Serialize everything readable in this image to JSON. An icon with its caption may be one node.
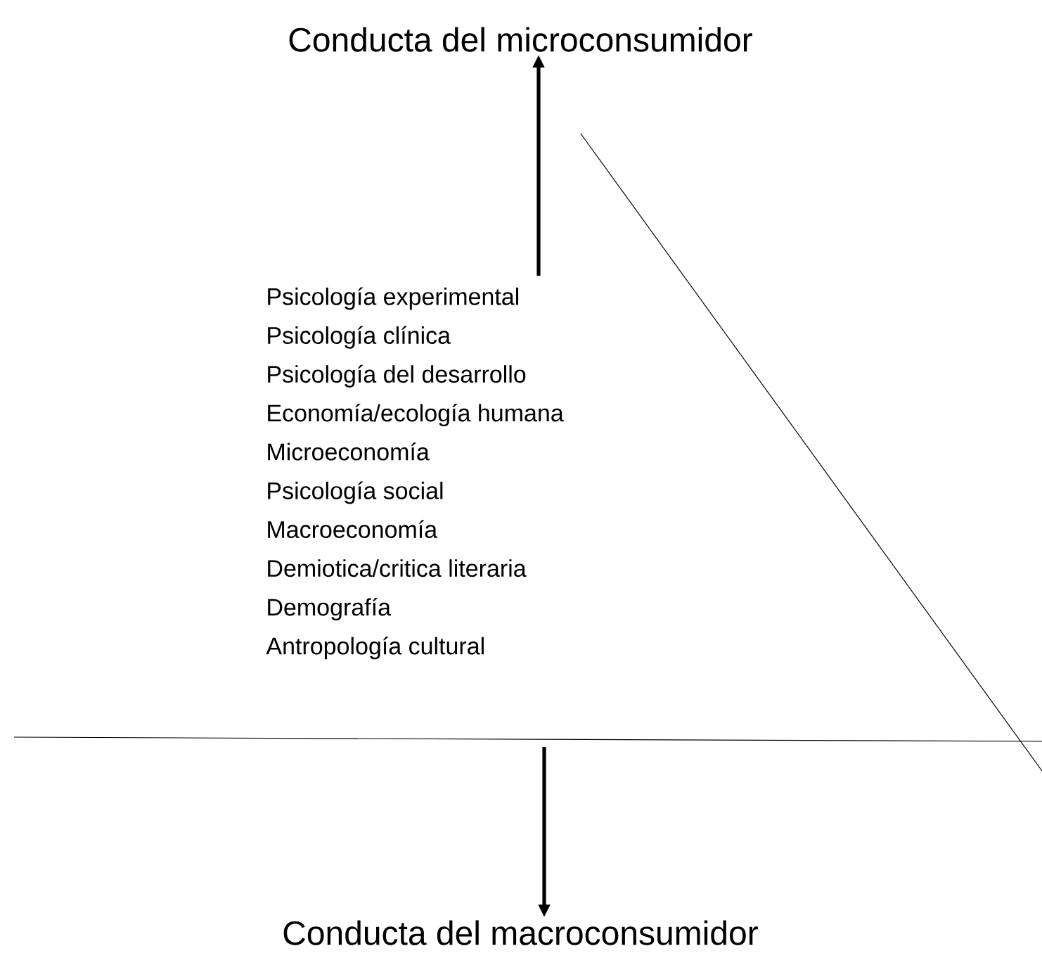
{
  "diagram": {
    "nodes": [
      {
        "text": [
          "Conducta del microconsumidor"
        ]
      },
      {
        "text": [
          "Psicología experimental",
          "Psicología clínica",
          "Psicología del desarrollo",
          "Economía/ecología humana",
          "Microeconomía",
          "Psicología social",
          "Macroeconomía",
          "Demiotica/critica literaria",
          "Demografía",
          "Antropología cultural"
        ]
      },
      {
        "text": [
          "Conducta del macroconsumidor"
        ]
      }
    ],
    "edges": [
      {
        "from": 1,
        "to": 0,
        "arrow": "to"
      },
      {
        "from": null,
        "to": 2,
        "arrow": "to"
      }
    ]
  }
}
